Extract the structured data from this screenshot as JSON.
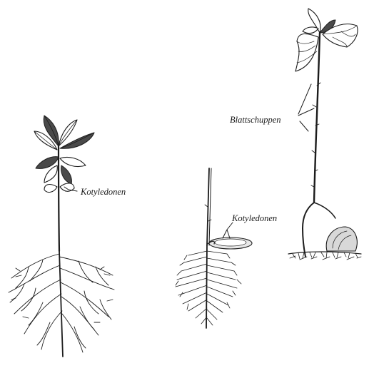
{
  "labels": {
    "left_cotyledon": "Kotyledonen",
    "middle_cotyledon": "Kotyledonen",
    "right_scales": "Blattschuppen"
  },
  "colors": {
    "ink": "#1c1c1c",
    "background": "#ffffff"
  }
}
